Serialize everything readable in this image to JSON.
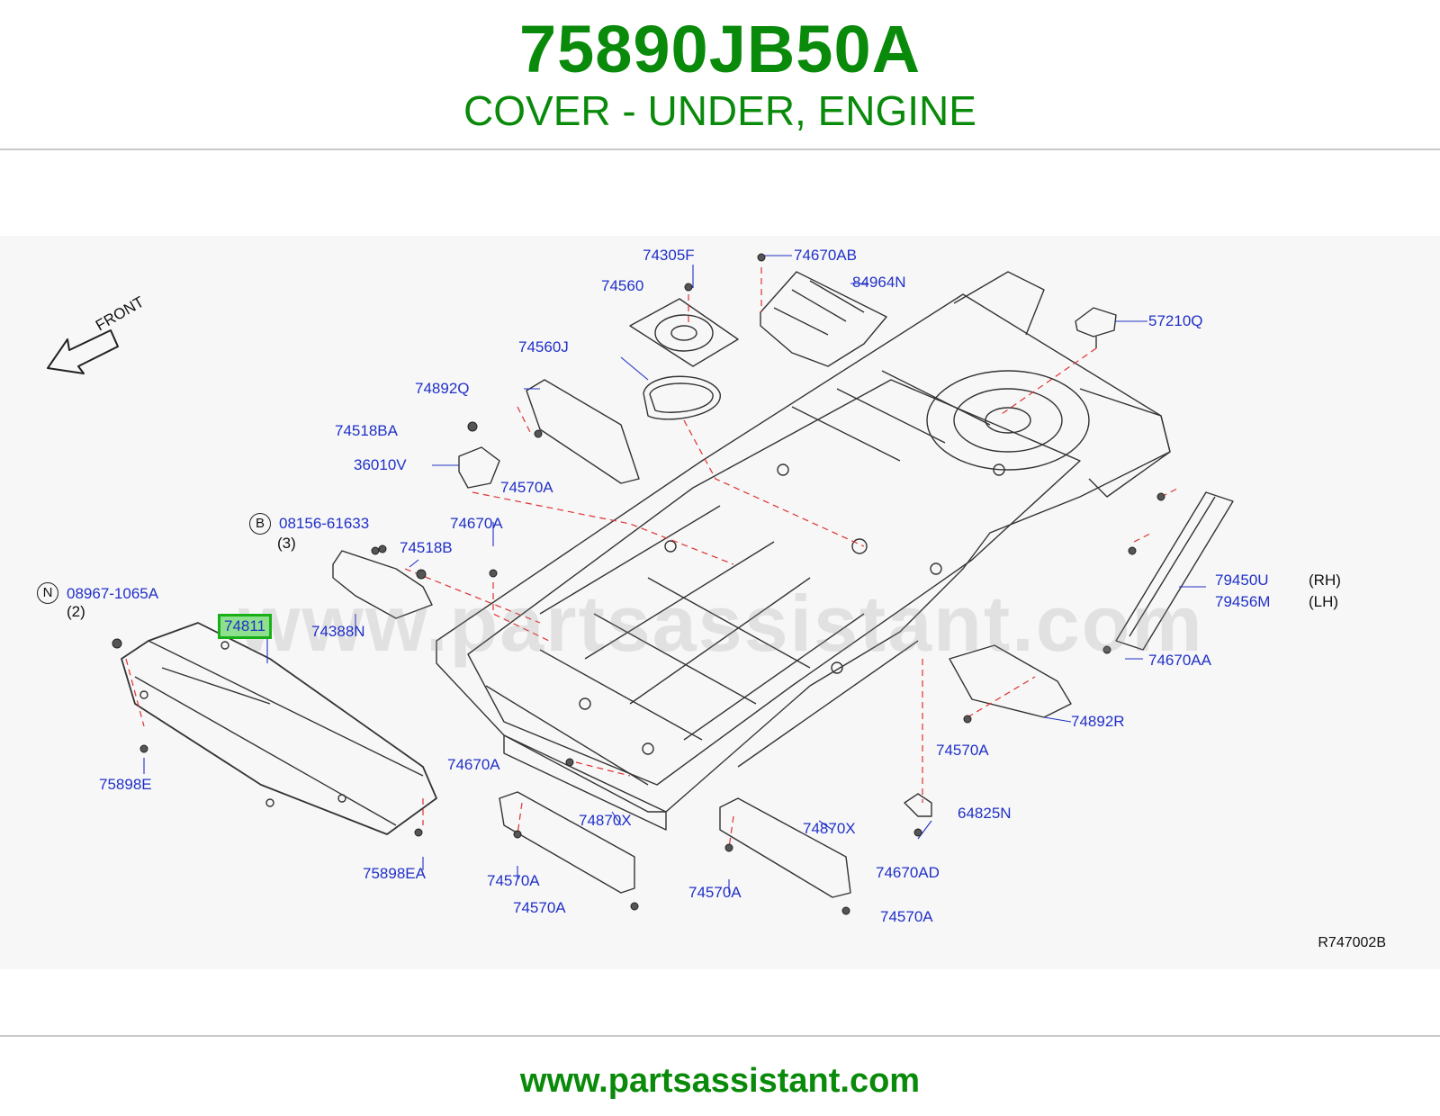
{
  "header": {
    "part_number": "75890JB50A",
    "description": "COVER - UNDER, ENGINE"
  },
  "diagram": {
    "front_label": "FRONT",
    "watermark": "www.partsassistant.com",
    "code": "R747002B",
    "callouts": {
      "c_74305F": "74305F",
      "c_74670AB": "74670AB",
      "c_74560": "74560",
      "c_84964N": "84964N",
      "c_57210Q": "57210Q",
      "c_74560J": "74560J",
      "c_74892Q": "74892Q",
      "c_74518BA": "74518BA",
      "c_36010V": "36010V",
      "c_74570A_1": "74570A",
      "c_08156": "08156-61633",
      "c_08156_qty": "(3)",
      "c_74670A_1": "74670A",
      "c_74518B": "74518B",
      "c_08967": "08967-1065A",
      "c_08967_qty": "(2)",
      "c_74388N": "74388N",
      "c_74811": "74811",
      "c_79450U": "79450U",
      "c_79456M": "79456M",
      "c_rh": "(RH)",
      "c_lh": "(LH)",
      "c_74670AA": "74670AA",
      "c_74892R": "74892R",
      "c_74570A_2": "74570A",
      "c_75898E": "75898E",
      "c_74670A_2": "74670A",
      "c_64825N": "64825N",
      "c_74870X_1": "74870X",
      "c_74870X_2": "74870X",
      "c_74670AD": "74670AD",
      "c_75898EA": "75898EA",
      "c_74570A_3": "74570A",
      "c_74570A_4": "74570A",
      "c_74570A_5": "74570A",
      "c_74570A_6": "74570A"
    },
    "circle_marks": {
      "b": "B",
      "n": "N"
    }
  },
  "footer": {
    "url": "www.partsassistant.com"
  },
  "colors": {
    "brand_green": "#0a8a0a",
    "callout_blue": "#2030c8",
    "highlight_green": "#8ee08e",
    "leader_red": "#e03030"
  }
}
